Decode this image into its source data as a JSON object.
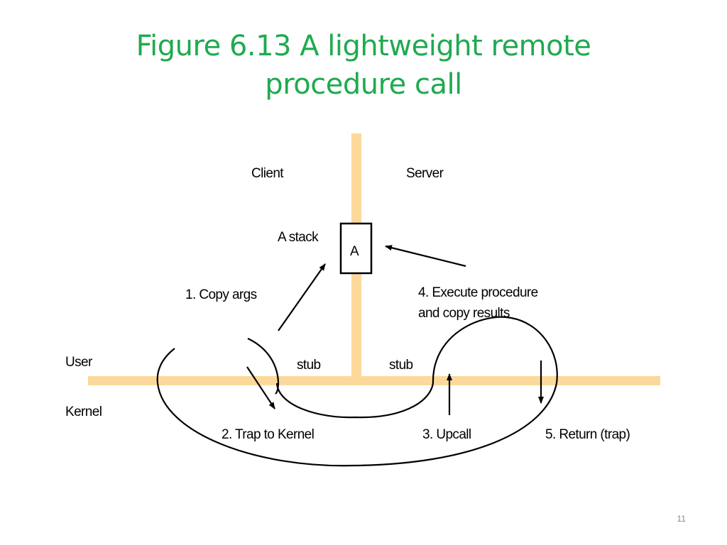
{
  "slide": {
    "title_line1": "Figure 6.13 A lightweight remote",
    "title_line2": "procedure call",
    "page_number": "11",
    "title_color": "#1faa4f",
    "divider_color": "#fcd99a"
  },
  "diagram": {
    "labels": {
      "client": "Client",
      "server": "Server",
      "a_stack": "A stack",
      "a_box": "A",
      "copy_args": "1. Copy args",
      "execute_line1": "4. Execute procedure",
      "execute_line2": "and copy results",
      "user": "User",
      "kernel": "Kernel",
      "stub_client": "stub",
      "stub_server": "stub",
      "trap_to_kernel": "2. Trap to Kernel",
      "upcall": "3. Upcall",
      "return_trap": "5. Return (trap)"
    }
  }
}
